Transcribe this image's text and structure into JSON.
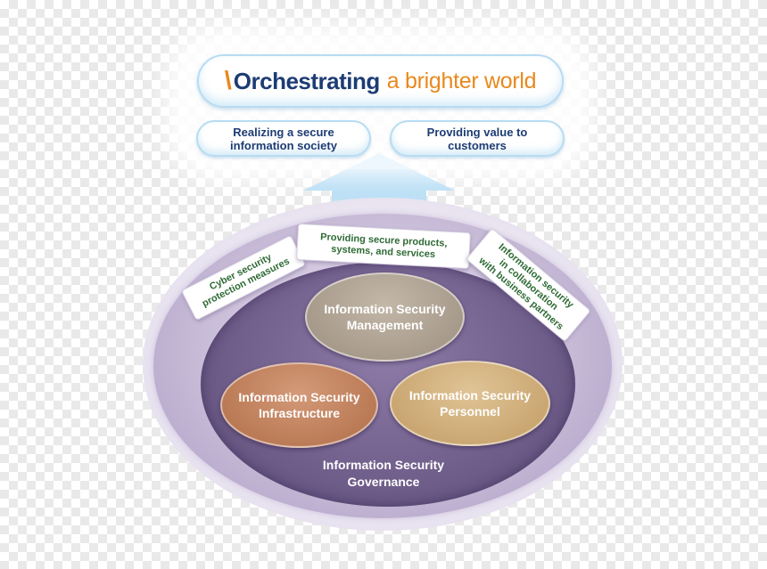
{
  "slogan": {
    "slash": "\\",
    "main": "Orchestrating",
    "sub": "a brighter world"
  },
  "goals": [
    {
      "line1": "Realizing a secure",
      "line2": "information society"
    },
    {
      "line1": "Providing value to",
      "line2": "customers"
    }
  ],
  "activities": {
    "cyber": {
      "line1": "Cyber security",
      "line2": "protection measures"
    },
    "products": {
      "line1": "Providing secure products,",
      "line2": "systems, and services"
    },
    "partners": {
      "line1": "Information security",
      "line2": "in collaboration",
      "line3": "with business partners"
    }
  },
  "pillars": {
    "management": {
      "line1": "Information Security",
      "line2": "Management"
    },
    "infrastructure": {
      "line1": "Information Security",
      "line2": "Infrastructure"
    },
    "personnel": {
      "line1": "Information Security",
      "line2": "Personnel"
    }
  },
  "governance": {
    "line1": "Information Security",
    "line2": "Governance"
  },
  "colors": {
    "navy": "#1d3c74",
    "orange": "#e8891d",
    "green_text": "#2f6b35",
    "purple_core": "#6f5d8a",
    "management": "#b0a394",
    "infrastructure": "#c27f5a",
    "personnel": "#d2b17c",
    "arrow": "#9dd0ef"
  }
}
